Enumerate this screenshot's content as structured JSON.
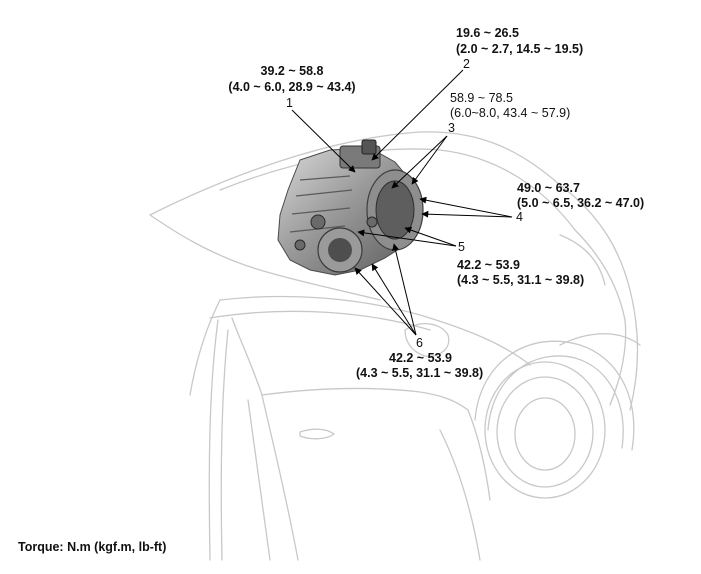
{
  "callouts": [
    {
      "number": "1",
      "range": "39.2 ~ 58.8",
      "detail": "(4.0 ~ 6.0, 28.9 ~ 43.4)"
    },
    {
      "number": "2",
      "range": "19.6 ~ 26.5",
      "detail": "(2.0 ~ 2.7, 14.5 ~ 19.5)"
    },
    {
      "number": "3",
      "range": "58.9 ~ 78.5",
      "detail": "(6.0~8.0, 43.4 ~ 57.9)"
    },
    {
      "number": "4",
      "range": "49.0 ~ 63.7",
      "detail": "(5.0 ~ 6.5, 36.2 ~ 47.0)"
    },
    {
      "number": "5",
      "range": "42.2 ~ 53.9",
      "detail": "(4.3 ~ 5.5, 31.1 ~ 39.8)"
    },
    {
      "number": "6",
      "range": "42.2 ~ 53.9",
      "detail": "(4.3 ~ 5.5, 31.1 ~ 39.8)"
    }
  ],
  "legend": "Torque: N.m (kgf.m, lb-ft)",
  "colors": {
    "car_outline": "#c8c8c8",
    "transaxle_dark": "#6f6f6f",
    "transaxle_light": "#bdbdbd",
    "leader_line": "#000000"
  }
}
